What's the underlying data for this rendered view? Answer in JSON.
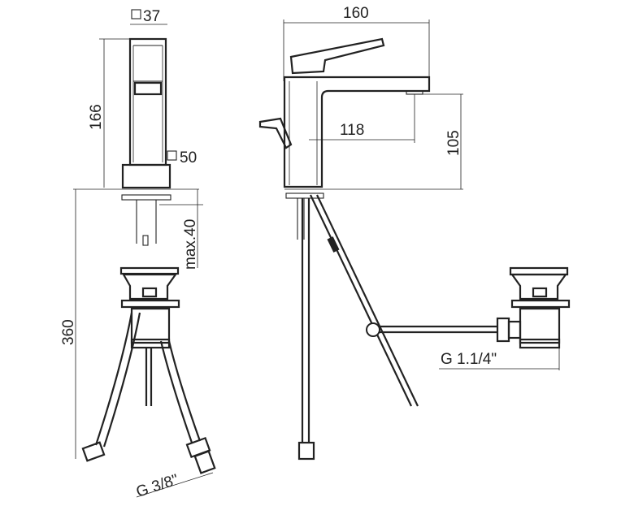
{
  "dimensions": {
    "spout_square": "37",
    "base_square": "50",
    "height_body": "166",
    "max_thickness": "max.40",
    "total_height": "360",
    "width_total": "160",
    "spout_reach": "118",
    "spout_height": "105",
    "flex_thread": "G 3/8\"",
    "waste_thread": "G 1.1/4\""
  },
  "colors": {
    "line": "#222222",
    "background": "#ffffff"
  }
}
